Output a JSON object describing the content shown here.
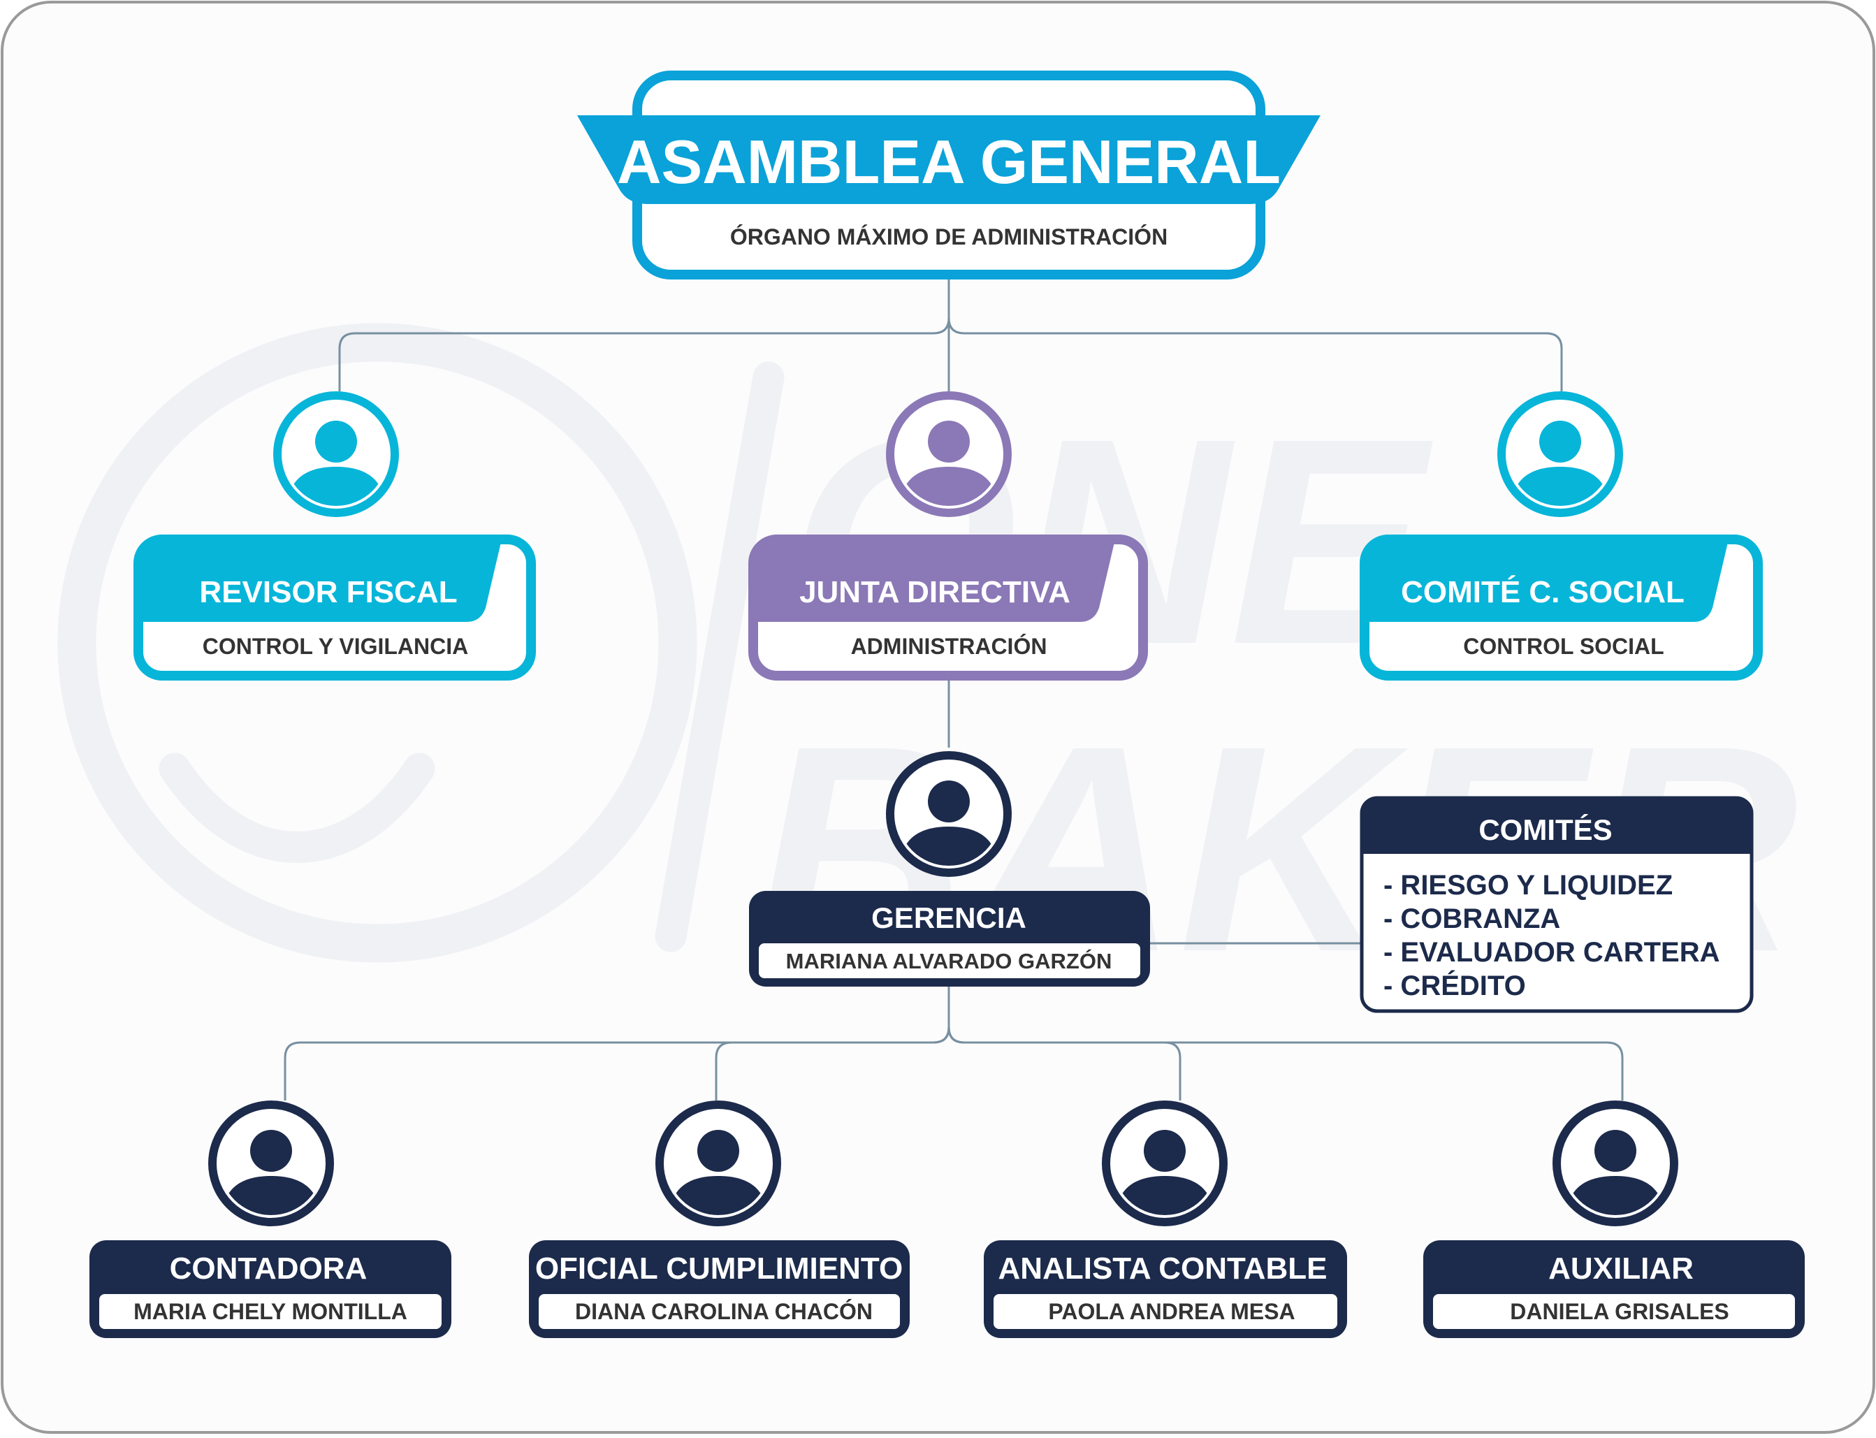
{
  "colors": {
    "blue": "#0aa2d8",
    "cyan": "#07b5d9",
    "purple": "#8b78b6",
    "navy": "#1c2a4b",
    "connector": "#7890a0",
    "watermark": "#f1f2f5"
  },
  "watermark": {
    "line1": "ONE",
    "line2": "BAKER"
  },
  "top": {
    "title": "ASAMBLEA GENERAL",
    "subtitle": "ÓRGANO MÁXIMO DE ADMINISTRACIÓN"
  },
  "level2": [
    {
      "title": "REVISOR FISCAL",
      "subtitle": "CONTROL Y VIGILANCIA",
      "avatar_icon": "user-avatar-icon"
    },
    {
      "title": "JUNTA DIRECTIVA",
      "subtitle": "ADMINISTRACIÓN",
      "avatar_icon": "user-avatar-icon"
    },
    {
      "title": "COMITÉ C. SOCIAL",
      "subtitle": "CONTROL SOCIAL",
      "avatar_icon": "user-avatar-icon"
    }
  ],
  "gerencia": {
    "title": "GERENCIA",
    "name": "MARIANA ALVARADO GARZÓN",
    "avatar_icon": "user-avatar-icon"
  },
  "comites": {
    "title": "COMITÉS",
    "items": [
      "- RIESGO Y LIQUIDEZ",
      "- COBRANZA",
      "- EVALUADOR CARTERA",
      "- CRÉDITO"
    ]
  },
  "staff": [
    {
      "title": "CONTADORA",
      "name": "MARIA CHELY MONTILLA",
      "avatar_icon": "user-avatar-icon"
    },
    {
      "title": "OFICIAL CUMPLIMIENTO",
      "name": "DIANA CAROLINA CHACÓN",
      "avatar_icon": "user-avatar-icon"
    },
    {
      "title": "ANALISTA CONTABLE",
      "name": "PAOLA ANDREA MESA",
      "avatar_icon": "user-avatar-icon"
    },
    {
      "title": "AUXILIAR",
      "name": "DANIELA GRISALES",
      "avatar_icon": "user-avatar-icon"
    }
  ]
}
